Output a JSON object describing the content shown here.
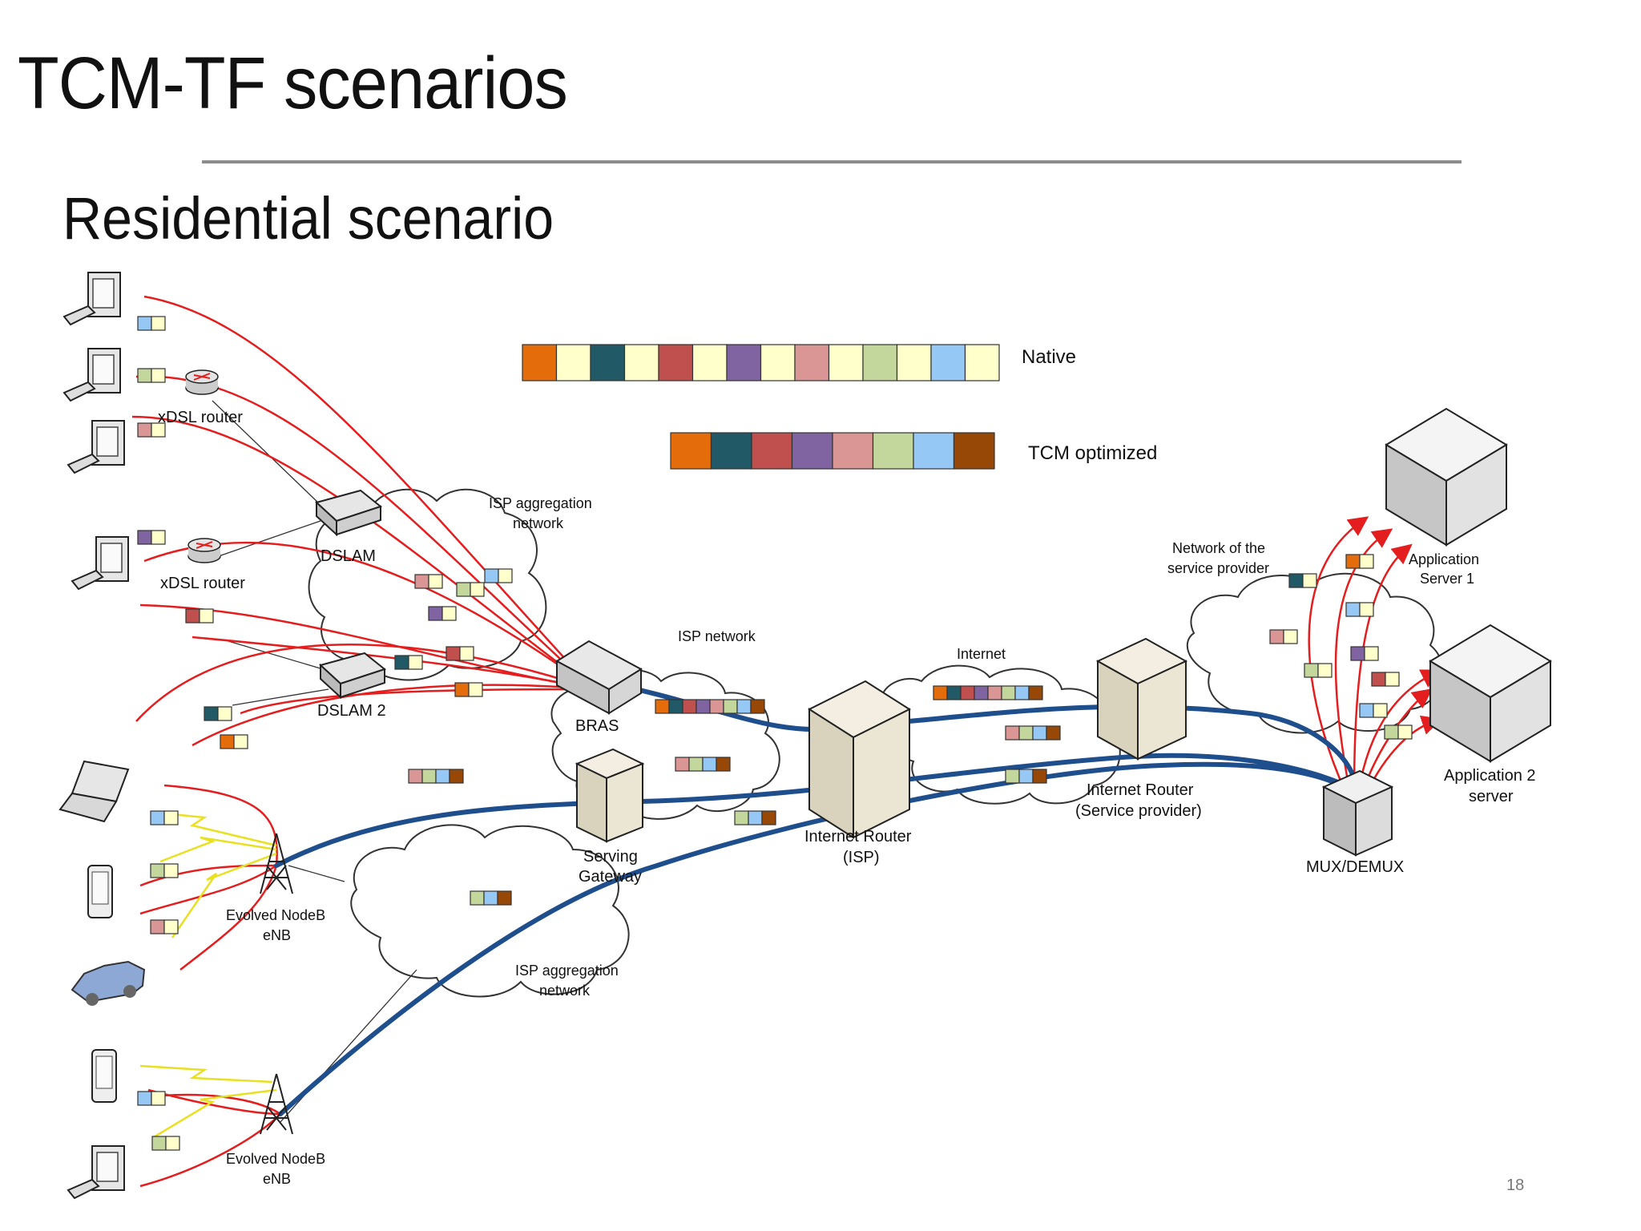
{
  "slide": {
    "title": "TCM-TF scenarios",
    "subtitle": "Residential scenario",
    "page_number": "18"
  },
  "legend": {
    "native_label": "Native",
    "optimized_label": "TCM optimized"
  },
  "labels": {
    "xdsl_router_1": "xDSL router",
    "xdsl_router_2": "xDSL router",
    "dslam": "DSLAM",
    "dslam2": "DSLAM 2",
    "bras": "BRAS",
    "serving_gateway_1": "Serving",
    "serving_gateway_2": "Gateway",
    "isp_aggregation_top_1": "ISP aggregation",
    "isp_aggregation_top_2": "network",
    "isp_aggregation_bottom_1": "ISP aggregation",
    "isp_aggregation_bottom_2": "network",
    "isp_network": "ISP network",
    "internet": "Internet",
    "network_sp_1": "Network of the",
    "network_sp_2": "service provider",
    "internet_router_isp_1": "Internet Router",
    "internet_router_isp_2": "(ISP)",
    "internet_router_sp_1": "Internet Router",
    "internet_router_sp_2": "(Service provider)",
    "mux_demux": "MUX/DEMUX",
    "app_server1_1": "Application",
    "app_server1_2": "Server 1",
    "app_server2_1": "Application 2",
    "app_server2_2": "server",
    "enb1_1": "Evolved NodeB",
    "enb1_2": "eNB",
    "enb2_1": "Evolved NodeB",
    "enb2_2": "eNB"
  },
  "colors": {
    "orange": "#E46C0A",
    "cream": "#FFFFCC",
    "teal": "#215967",
    "red": "#C0504D",
    "purple": "#8064A2",
    "pink": "#D99694",
    "green": "#C3D69B",
    "blue": "#95C8F5",
    "brown": "#974806",
    "red_line": "#E41E1E",
    "trunk": "#1F4E8C"
  }
}
